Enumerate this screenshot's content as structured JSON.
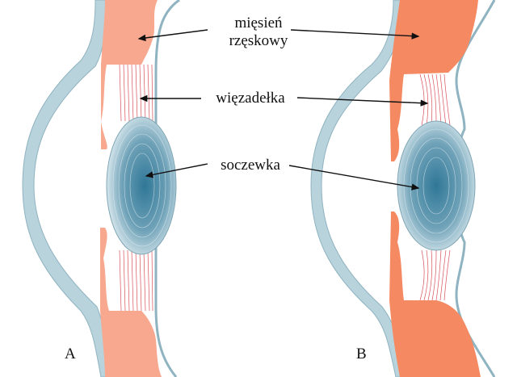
{
  "figure": {
    "labels": {
      "ciliary_muscle_line1": "mięsień",
      "ciliary_muscle_line2": "rzęskowy",
      "zonules": "więzadełka",
      "lens": "soczewka"
    },
    "panels": [
      {
        "letter": "A",
        "muscle_color": "#f8a88e",
        "state": "relaxed-muscle thin lens"
      },
      {
        "letter": "B",
        "muscle_color": "#f58a62",
        "state": "contracted-muscle thick lens"
      }
    ],
    "colors": {
      "sclera": "#b8d3dc",
      "sclera_edge": "#8fb3c0",
      "lens_center": "#3b7f9e",
      "lens_edge": "#c9dde5",
      "zonule_lines": "#d9505a",
      "arrow": "#111111"
    }
  }
}
